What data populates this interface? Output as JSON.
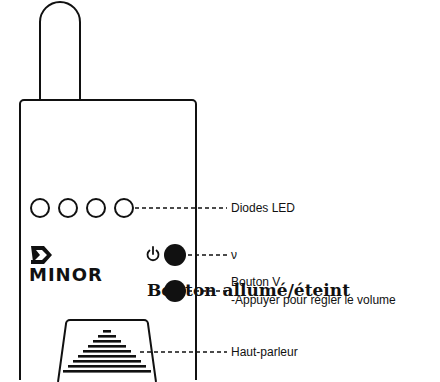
{
  "diagram": {
    "labels": [
      "Diodes LED",
      "MINOR",
      "Bouton allumé/éteint",
      "ν",
      "Bouton V",
      "-Appuyer pour régler le volume",
      "Haut-parleur"
    ]
  }
}
